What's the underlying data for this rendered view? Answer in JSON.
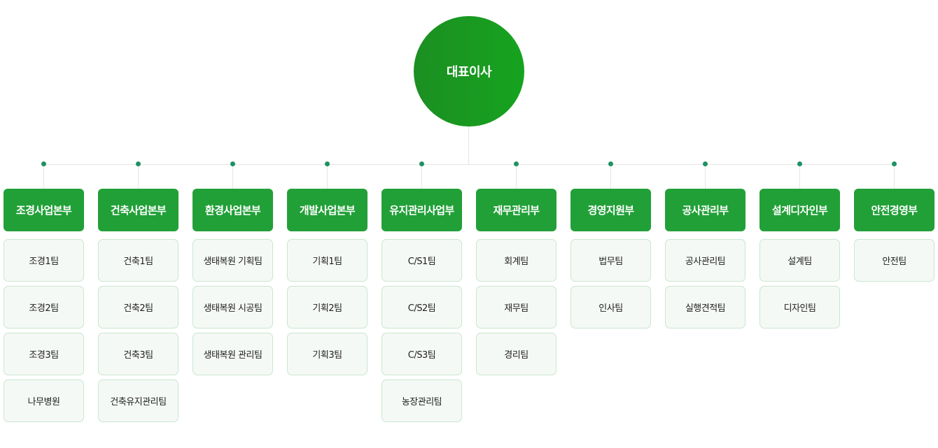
{
  "ceo": {
    "label": "대표이사"
  },
  "departments": [
    {
      "name": "조경사업본부",
      "teams": [
        "조경1팀",
        "조경2팀",
        "조경3팀",
        "나무병원"
      ]
    },
    {
      "name": "건축사업본부",
      "teams": [
        "건축1팀",
        "건축2팀",
        "건축3팀",
        "건축유지관리팀"
      ]
    },
    {
      "name": "환경사업본부",
      "teams": [
        "생태복원 기획팀",
        "생태복원 시공팀",
        "생태복원 관리팀"
      ]
    },
    {
      "name": "개발사업본부",
      "teams": [
        "기획1팀",
        "기획2팀",
        "기획3팀"
      ]
    },
    {
      "name": "유지관리사업부",
      "teams": [
        "C/S1팀",
        "C/S2팀",
        "C/S3팀",
        "농장관리팀"
      ]
    },
    {
      "name": "재무관리부",
      "teams": [
        "회계팀",
        "재무팀",
        "경리팀"
      ]
    },
    {
      "name": "경영지원부",
      "teams": [
        "법무팀",
        "인사팀"
      ]
    },
    {
      "name": "공사관리부",
      "teams": [
        "공사관리팀",
        "실행견적팀"
      ]
    },
    {
      "name": "설계디자인부",
      "teams": [
        "설계팀",
        "디자인팀"
      ]
    },
    {
      "name": "안전경영부",
      "teams": [
        "안전팀"
      ]
    }
  ],
  "colors": {
    "ceo_gradient_start": "#1c8f22",
    "ceo_gradient_end": "#16a31f",
    "department_fill": "#22a038",
    "team_fill": "#f5f9f5",
    "team_border": "#c9e6cf",
    "connector_dot": "#1d9263",
    "connector_line": "#e1e6e2"
  }
}
